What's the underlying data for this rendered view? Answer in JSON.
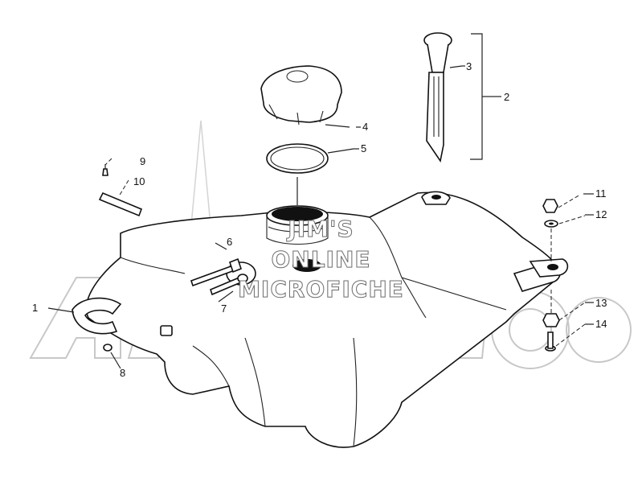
{
  "callouts": [
    {
      "id": "1",
      "text": "1"
    },
    {
      "id": "2",
      "text": "2"
    },
    {
      "id": "3",
      "text": "3"
    },
    {
      "id": "4",
      "text": "4"
    },
    {
      "id": "5",
      "text": "5"
    },
    {
      "id": "6",
      "text": "6"
    },
    {
      "id": "7",
      "text": "7"
    },
    {
      "id": "8",
      "text": "8"
    },
    {
      "id": "9",
      "text": "9"
    },
    {
      "id": "10",
      "text": "10"
    },
    {
      "id": "11",
      "text": "11"
    },
    {
      "id": "12",
      "text": "12"
    },
    {
      "id": "13",
      "text": "13"
    },
    {
      "id": "14",
      "text": "14"
    }
  ],
  "watermark": {
    "line1": "JIM'S",
    "line2": "ONLINE",
    "line3": "MICROFICHE",
    "brand": "ARCTIC CAT"
  }
}
